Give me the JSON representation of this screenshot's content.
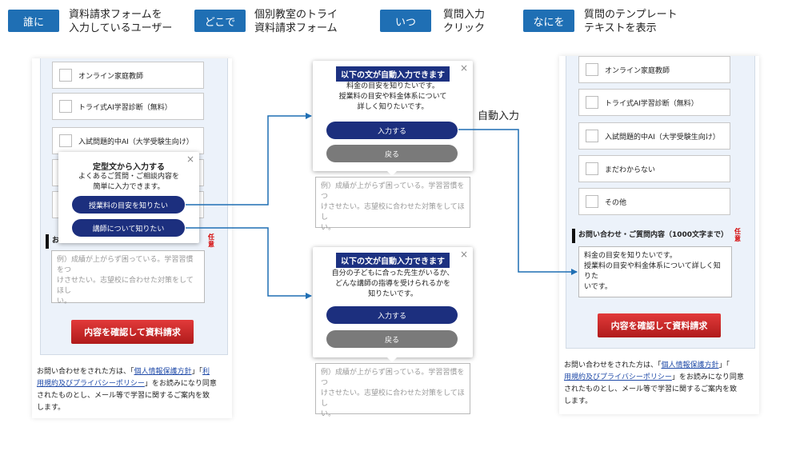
{
  "header": {
    "who": {
      "tag": "誰に",
      "line1": "資料請求フォームを",
      "line2": "入力しているユーザー"
    },
    "where": {
      "tag": "どこで",
      "line1": "個別教室のトライ",
      "line2": "資料請求フォーム"
    },
    "when": {
      "tag": "いつ",
      "line1": "質問入力",
      "line2": "クリック"
    },
    "what": {
      "tag": "なにを",
      "line1": "質問のテンプレート",
      "line2": "テキストを表示"
    }
  },
  "form": {
    "options": [
      "オンライン家庭教師",
      "トライ式AI学習診断（無料）",
      "入試問題的中AI（大学受験生向け）",
      "まだわからない",
      "その他"
    ],
    "question_label": "お問い合わせ・ご質問内容（1000文字まで）",
    "question_label_short": "お",
    "required": "任意",
    "placeholder_line1": "例）成績が上がらず困っている。学習習慣をつ",
    "placeholder_line2": "けさせたい。志望校に合わせた対策をしてほし",
    "placeholder_line3": "い。",
    "submit": "内容を確認して資料請求",
    "privacy": {
      "pre": "お問い合わせをされた方は、「",
      "link1": "個人情報保護方針",
      "mid": "」「",
      "link2a": "利",
      "link2b": "用規約及びプライバシーポリシー",
      "post1": "」をお読みになり同意",
      "post2": "されたものとし、メール等で学習に関するご案内を致",
      "post3": "します。"
    }
  },
  "template_popup": {
    "close": "×",
    "title": "定型文から入力する",
    "text1": "よくあるご質問・ご相談内容を",
    "text2": "簡単に入力できます。",
    "btn1": "授業料の目安を知りたい",
    "btn2": "講師について知りたい"
  },
  "confirm_popup_1": {
    "close": "×",
    "title": "以下の文が自動入力できます",
    "text1": "料金の目安を知りたいです。",
    "text2": "授業料の目安や料金体系について",
    "text3": "詳しく知りたいです。",
    "ok": "入力する",
    "back": "戻る"
  },
  "confirm_popup_2": {
    "close": "×",
    "title": "以下の文が自動入力できます",
    "text1": "自分の子どもに合った先生がいるか、",
    "text2": "どんな講師の指導を受けられるかを",
    "text3": "知りたいです。",
    "ok": "入力する",
    "back": "戻る"
  },
  "auto_input_label": "自動入力",
  "filled_text": {
    "line1": "料金の目安を知りたいです。",
    "line2": "授業料の目安や料金体系について詳しく知りた",
    "line3": "いです。"
  },
  "colors": {
    "tag_blue": "#1f6fb4",
    "navy": "#1c2f7e",
    "red": "#c8262a",
    "arrow": "#1f6fb4"
  }
}
